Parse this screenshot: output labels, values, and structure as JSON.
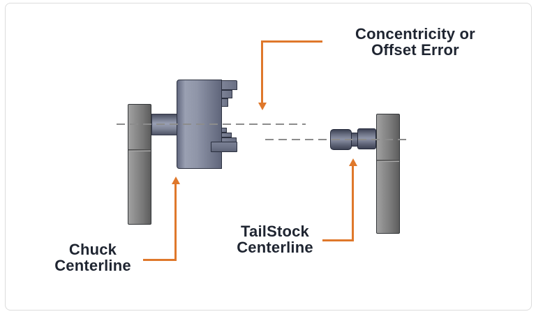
{
  "colors": {
    "accent_orange": "#DF782B",
    "label_text": "#1F2531",
    "centerline_gray": "#8C8C8C",
    "frame_border": "#DCDCDC",
    "metal_blue_gray": "#8F95A8",
    "metal_neutral_gray": "#7B7B7B"
  },
  "labels": {
    "concentricity": {
      "line1": "Concentricity or",
      "line2": "Offset Error"
    },
    "chuck": {
      "line1": "Chuck",
      "line2": "Centerline"
    },
    "tailstock": {
      "line1": "TailStock",
      "line2": "Centerline"
    }
  },
  "icons": {
    "concentricity_arrow": "arrow-down",
    "chuck_arrow": "arrow-up",
    "tailstock_arrow": "arrow-up"
  }
}
